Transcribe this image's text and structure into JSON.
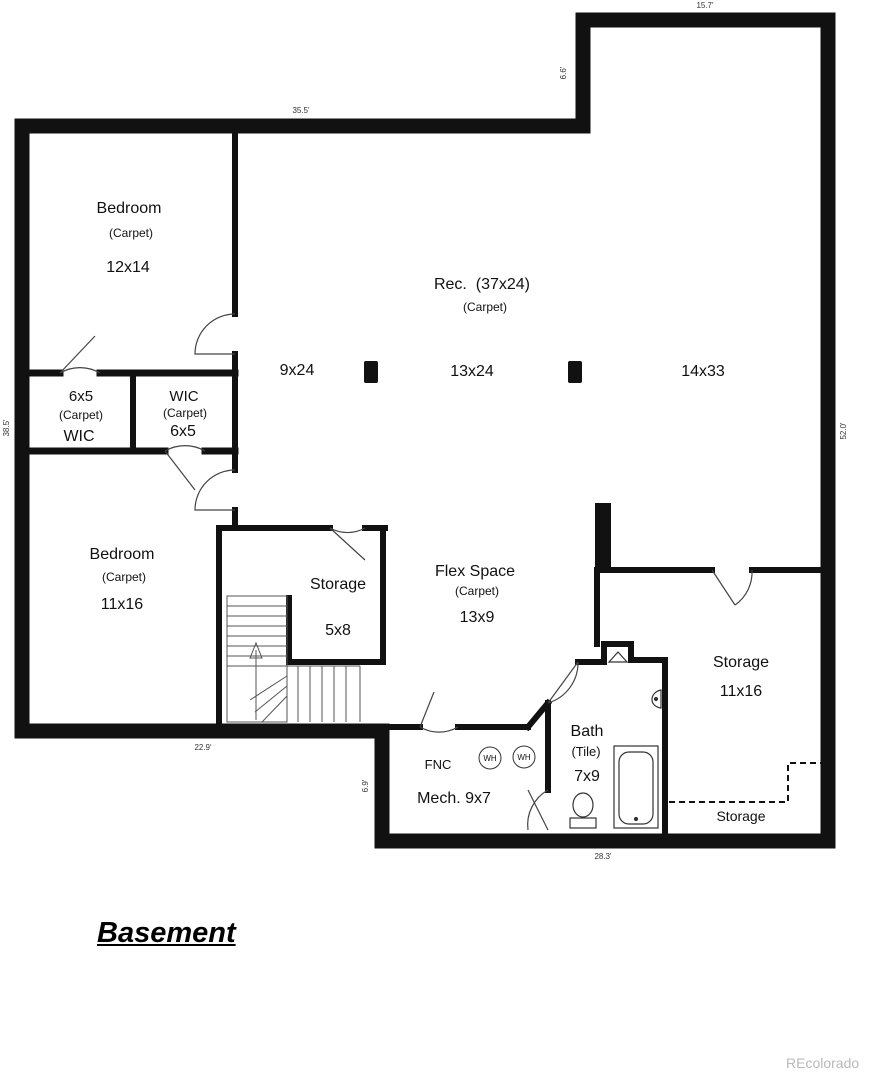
{
  "title": "Basement",
  "watermark": "REcolorado",
  "dimensions": {
    "top_right": "15.7'",
    "notch": "6.6'",
    "top_left": "35.5'",
    "left": "38.5'",
    "right": "52.0'",
    "bottom_left": "22.9'",
    "mech_height": "6.9'",
    "bottom_right": "28.3'"
  },
  "rooms": {
    "bedroom1": {
      "name": "Bedroom",
      "floor": "(Carpet)",
      "size": "12x14"
    },
    "rec": {
      "name": "Rec.  (37x24)",
      "floor": "(Carpet)",
      "sec_left": "9x24",
      "sec_mid": "13x24",
      "sec_right": "14x33"
    },
    "wic_left": {
      "size": "6x5",
      "floor": "(Carpet)",
      "name": "WIC"
    },
    "wic_right": {
      "name": "WIC",
      "floor": "(Carpet)",
      "size": "6x5"
    },
    "bedroom2": {
      "name": "Bedroom",
      "floor": "(Carpet)",
      "size": "11x16"
    },
    "storage_small": {
      "name": "Storage",
      "size": "5x8"
    },
    "flex": {
      "name": "Flex Space",
      "floor": "(Carpet)",
      "size": "13x9"
    },
    "storage_big": {
      "name": "Storage",
      "size": "11x16"
    },
    "mech": {
      "fnc": "FNC",
      "wh1": "WH",
      "wh2": "WH",
      "name": "Mech. 9x7"
    },
    "bath": {
      "name": "Bath",
      "floor": "(Tile)",
      "size": "7x9"
    },
    "storage_closet": {
      "name": "Storage"
    }
  }
}
